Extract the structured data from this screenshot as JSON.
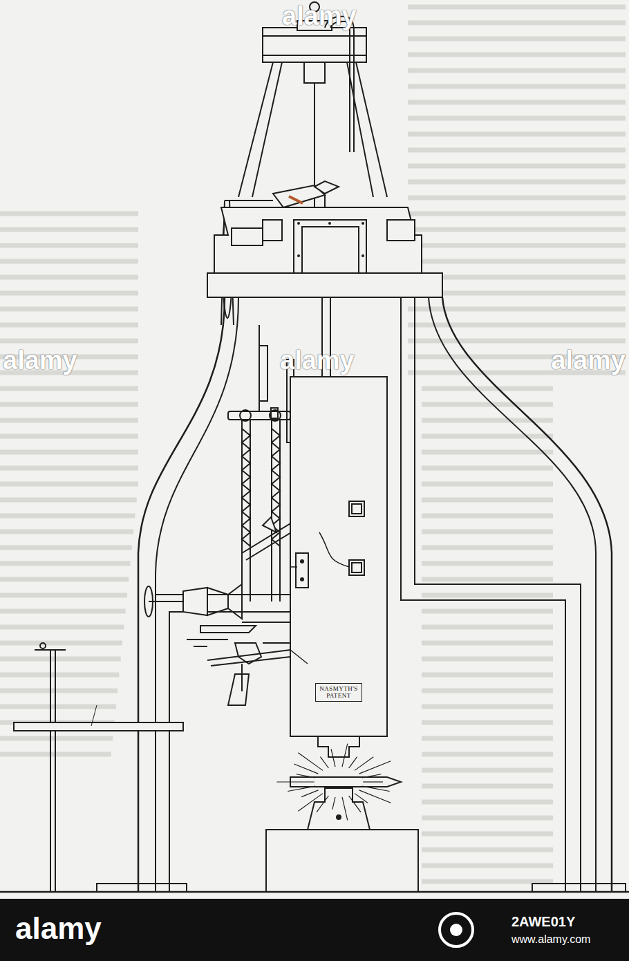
{
  "diagram": {
    "nodes": [
      {
        "text": [
          "NASMYTH'S PATENT"
        ]
      }
    ],
    "labels": [
      "alamy",
      "alamy",
      "alamy",
      "alamy",
      "alamy",
      "2AWE01Y",
      "www.alamy.com"
    ]
  }
}
